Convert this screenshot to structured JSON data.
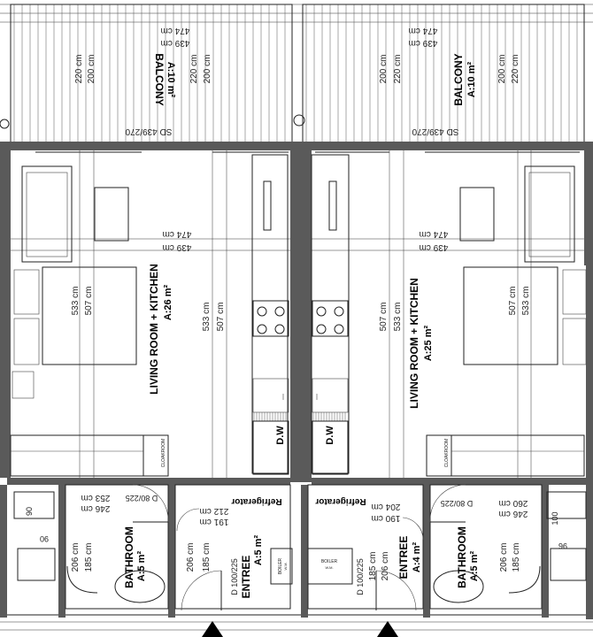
{
  "left_unit": {
    "balcony": {
      "name": "BALCONY",
      "area": "A:10 m²"
    },
    "balcony_dims": [
      "220 cm",
      "200 cm",
      "220 cm",
      "200 cm",
      "474 cm",
      "439 cm"
    ],
    "balcony_door": "SD 439/270",
    "living": {
      "name": "LIVING ROOM + KITCHEN",
      "area": "A:26 m²"
    },
    "living_dims": [
      "474 cm",
      "439 cm",
      "533 cm",
      "507 cm",
      "533 cm",
      "507 cm"
    ],
    "dishwasher": "D.W",
    "closet": "CLOAKROOM",
    "refrigerator": "Refrigerator",
    "bathroom": {
      "name": "BATHROOM",
      "area": "A:5 m²"
    },
    "bathroom_dims": [
      "253 cm",
      "246 cm",
      "206 cm",
      "185 cm",
      "90",
      "90"
    ],
    "bathroom_door": "D 80/225",
    "entree": {
      "name": "ENTREE",
      "area": "A:5 m²"
    },
    "entree_dims": [
      "212 cm",
      "191 cm",
      "206 cm",
      "185 cm"
    ],
    "entree_door": "D 100/225",
    "boiler": "BOILER",
    "boiler_sub": "W.M."
  },
  "right_unit": {
    "balcony": {
      "name": "BALCONY",
      "area": "A:10 m²"
    },
    "balcony_dims": [
      "200 cm",
      "220 cm",
      "200 cm",
      "220 cm",
      "474 cm",
      "439 cm"
    ],
    "balcony_door": "SD 439/270",
    "living": {
      "name": "LIVING ROOM + KITCHEN",
      "area": "A:25 m²"
    },
    "living_dims": [
      "474 cm",
      "439 cm",
      "507 cm",
      "533 cm",
      "507 cm",
      "533 cm"
    ],
    "dishwasher": "D.W",
    "closet": "CLOAKROOM",
    "refrigerator": "Refrigerator",
    "bathroom": {
      "name": "BATHROOM",
      "area": "A:5 m²"
    },
    "bathroom_dims": [
      "260 cm",
      "246 cm",
      "206 cm",
      "185 cm",
      "100",
      "96"
    ],
    "bathroom_door": "D 80/225",
    "entree": {
      "name": "ENTREE",
      "area": "A:4 m²"
    },
    "entree_dims": [
      "204 cm",
      "190 cm",
      "206 cm",
      "185 cm"
    ],
    "entree_door": "D 100/225",
    "boiler": "BOILER",
    "boiler_sub": "W.M."
  },
  "colors": {
    "wall": "#5a5a5a",
    "line": "#222222",
    "background": "#ffffff"
  }
}
